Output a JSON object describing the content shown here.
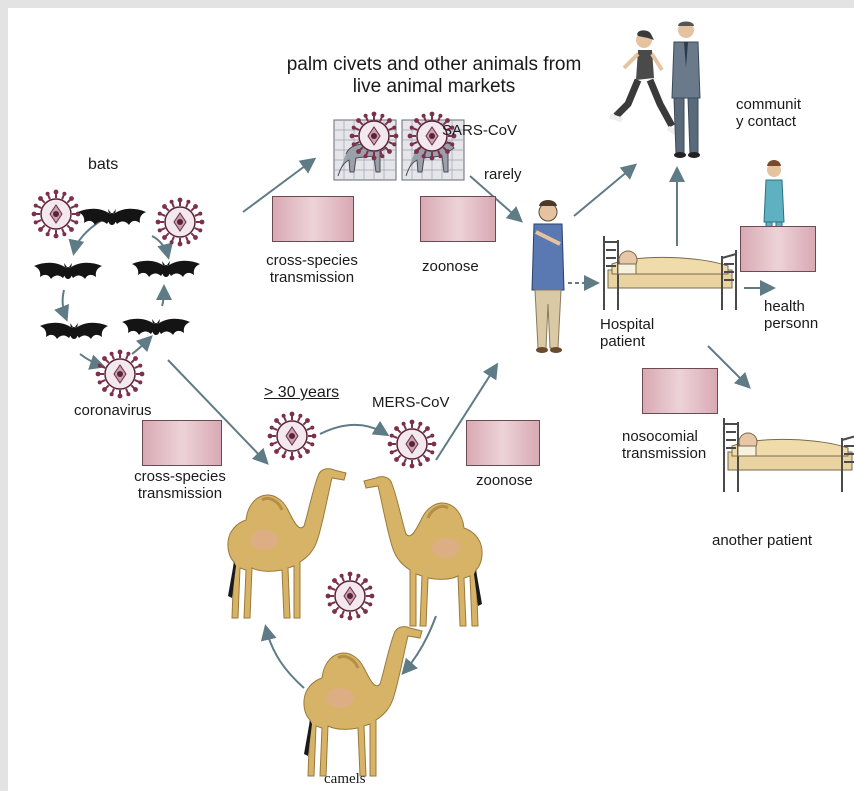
{
  "title": {
    "line1": "palm civets and other animals from",
    "line2": "live animal markets"
  },
  "labels": {
    "bats": "bats",
    "coronavirus": "coronavirus",
    "sars_cov": "SARS-CoV",
    "mers_cov": "MERS-CoV",
    "rarely": "rarely",
    "thirty_years": "> 30 years",
    "cross_species_top_1": "cross-species",
    "cross_species_top_2": "transmission",
    "cross_species_left_1": "cross-species",
    "cross_species_left_2": "transmission",
    "zoonose_top": "zoonose",
    "zoonose_bottom": "zoonose",
    "community_1": "communit",
    "community_2": "y contact",
    "health_1": "health",
    "health_2": "personn",
    "hospital_1": "Hospital",
    "hospital_2": "patient",
    "nosocomial_1": "nosocomial",
    "nosocomial_2": "transmission",
    "another_patient": "another patient",
    "camels": "camels"
  },
  "colors": {
    "arrow": "#5f7b85",
    "virus_spike": "#7d3049",
    "virus_body": "#f3e8ee",
    "bat": "#141414",
    "camel": "#d6b366",
    "camel_shade": "#b58f47",
    "label_box": "#dcb0ba",
    "bed": "#e9d3a1"
  },
  "icons": [
    "virus-icon",
    "bat-icon",
    "camel-icon",
    "civet-cage-icon",
    "man-icon",
    "runner-icon",
    "businessman-icon",
    "nurse-icon",
    "hospital-bed-icon"
  ]
}
